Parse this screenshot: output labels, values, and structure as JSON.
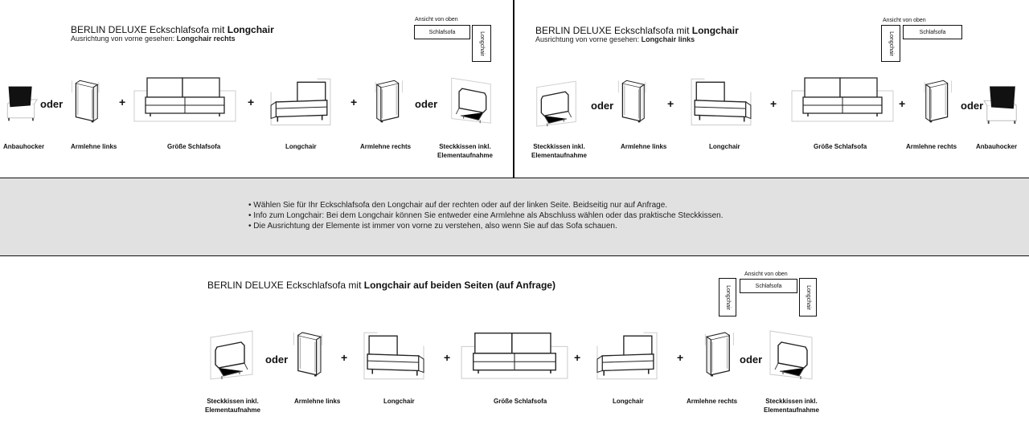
{
  "top_left": {
    "title_normal": "BERLIN DELUXE Eckschlafsofa mit ",
    "title_bold": "Longchair",
    "subtitle_normal": "Ausrichtung von vorne gesehen: ",
    "subtitle_bold": "Longchair rechts",
    "view_label": "Ansicht von oben",
    "box_sofa": "Schlafsofa",
    "box_longchair": "Longchair",
    "oder": "oder",
    "plus": "+",
    "labels": [
      "Anbauhocker",
      "Armlehne links",
      "Größe Schlafsofa",
      "Longchair",
      "Armlehne rechts",
      "Steckkissen inkl.\nElementaufnahme"
    ]
  },
  "top_right": {
    "title_normal": "BERLIN DELUXE Eckschlafsofa mit ",
    "title_bold": "Longchair",
    "subtitle_normal": "Ausrichtung von vorne gesehen: ",
    "subtitle_bold": "Longchair links",
    "view_label": "Ansicht von oben",
    "box_sofa": "Schlafsofa",
    "box_longchair": "Longchair",
    "oder": "oder",
    "plus": "+",
    "labels": [
      "Steckkissen inkl.\nElementaufnahme",
      "Armlehne links",
      "Longchair",
      "Größe Schlafsofa",
      "Armlehne rechts",
      "Anbauhocker"
    ]
  },
  "info": {
    "bullets": [
      "• Wählen Sie für Ihr Eckschlafsofa den Longchair auf der rechten oder auf der linken Seite. Beidseitig nur auf Anfrage.",
      "• Info zum Longchair: Bei dem Longchair können Sie entweder eine Armlehne als Abschluss wählen oder das praktische Steckkissen.",
      "• Die Ausrichtung der Elemente ist immer von vorne zu verstehen, also wenn Sie auf das Sofa schauen."
    ]
  },
  "bottom": {
    "title_normal": "BERLIN DELUXE Eckschlafsofa mit ",
    "title_bold": "Longchair auf beiden Seiten (auf Anfrage)",
    "view_label": "Ansicht von oben",
    "box_sofa": "Schlafsofa",
    "box_longchair_left": "Longchair",
    "box_longchair_right": "Longchair",
    "oder": "oder",
    "plus": "+",
    "labels": [
      "Steckkissen inkl.\nElementaufnahme",
      "Armlehne links",
      "Longchair",
      "Größe Schlafsofa",
      "Longchair",
      "Armlehne rechts",
      "Steckkissen inkl.\nElementaufnahme"
    ]
  }
}
